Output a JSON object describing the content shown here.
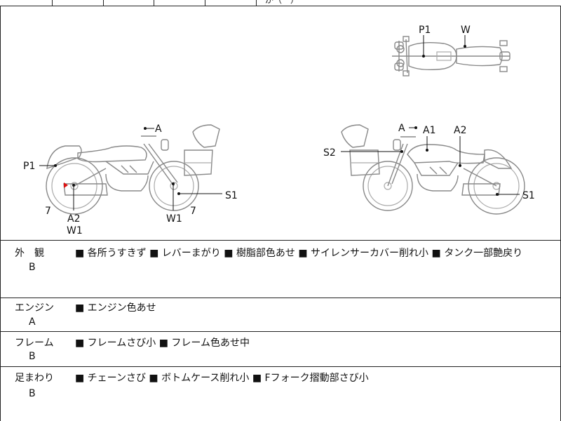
{
  "header_fragment": "が（　）",
  "diagram_labels": {
    "top_p1": "P1",
    "top_w": "W",
    "left_a": "A",
    "left_p1": "P1",
    "left_7a": "7",
    "left_a2": "A2",
    "left_w1a": "W1",
    "left_w1b": "W1",
    "left_7b": "7",
    "left_s1": "S1",
    "right_a": "A",
    "right_a1": "A1",
    "right_a2": "A2",
    "right_s2": "S2",
    "right_s1": "S1"
  },
  "sections": [
    {
      "name": "外　観",
      "grade": "B",
      "notes": "■ 各所うすきず ■ レバーまがり ■ 樹脂部色あせ ■ サイレンサーカバー削れ小 ■ タンク一部艶戻り"
    },
    {
      "name": "エンジン",
      "grade": "A",
      "notes": "■ エンジン色あせ"
    },
    {
      "name": "フレーム",
      "grade": "B",
      "notes": "■ フレームさび小 ■ フレーム色あせ中"
    },
    {
      "name": "足まわり",
      "grade": "B",
      "notes": "■ チェーンさび ■ ボトムケース削れ小 ■ Fフォーク摺動部さび小"
    }
  ]
}
